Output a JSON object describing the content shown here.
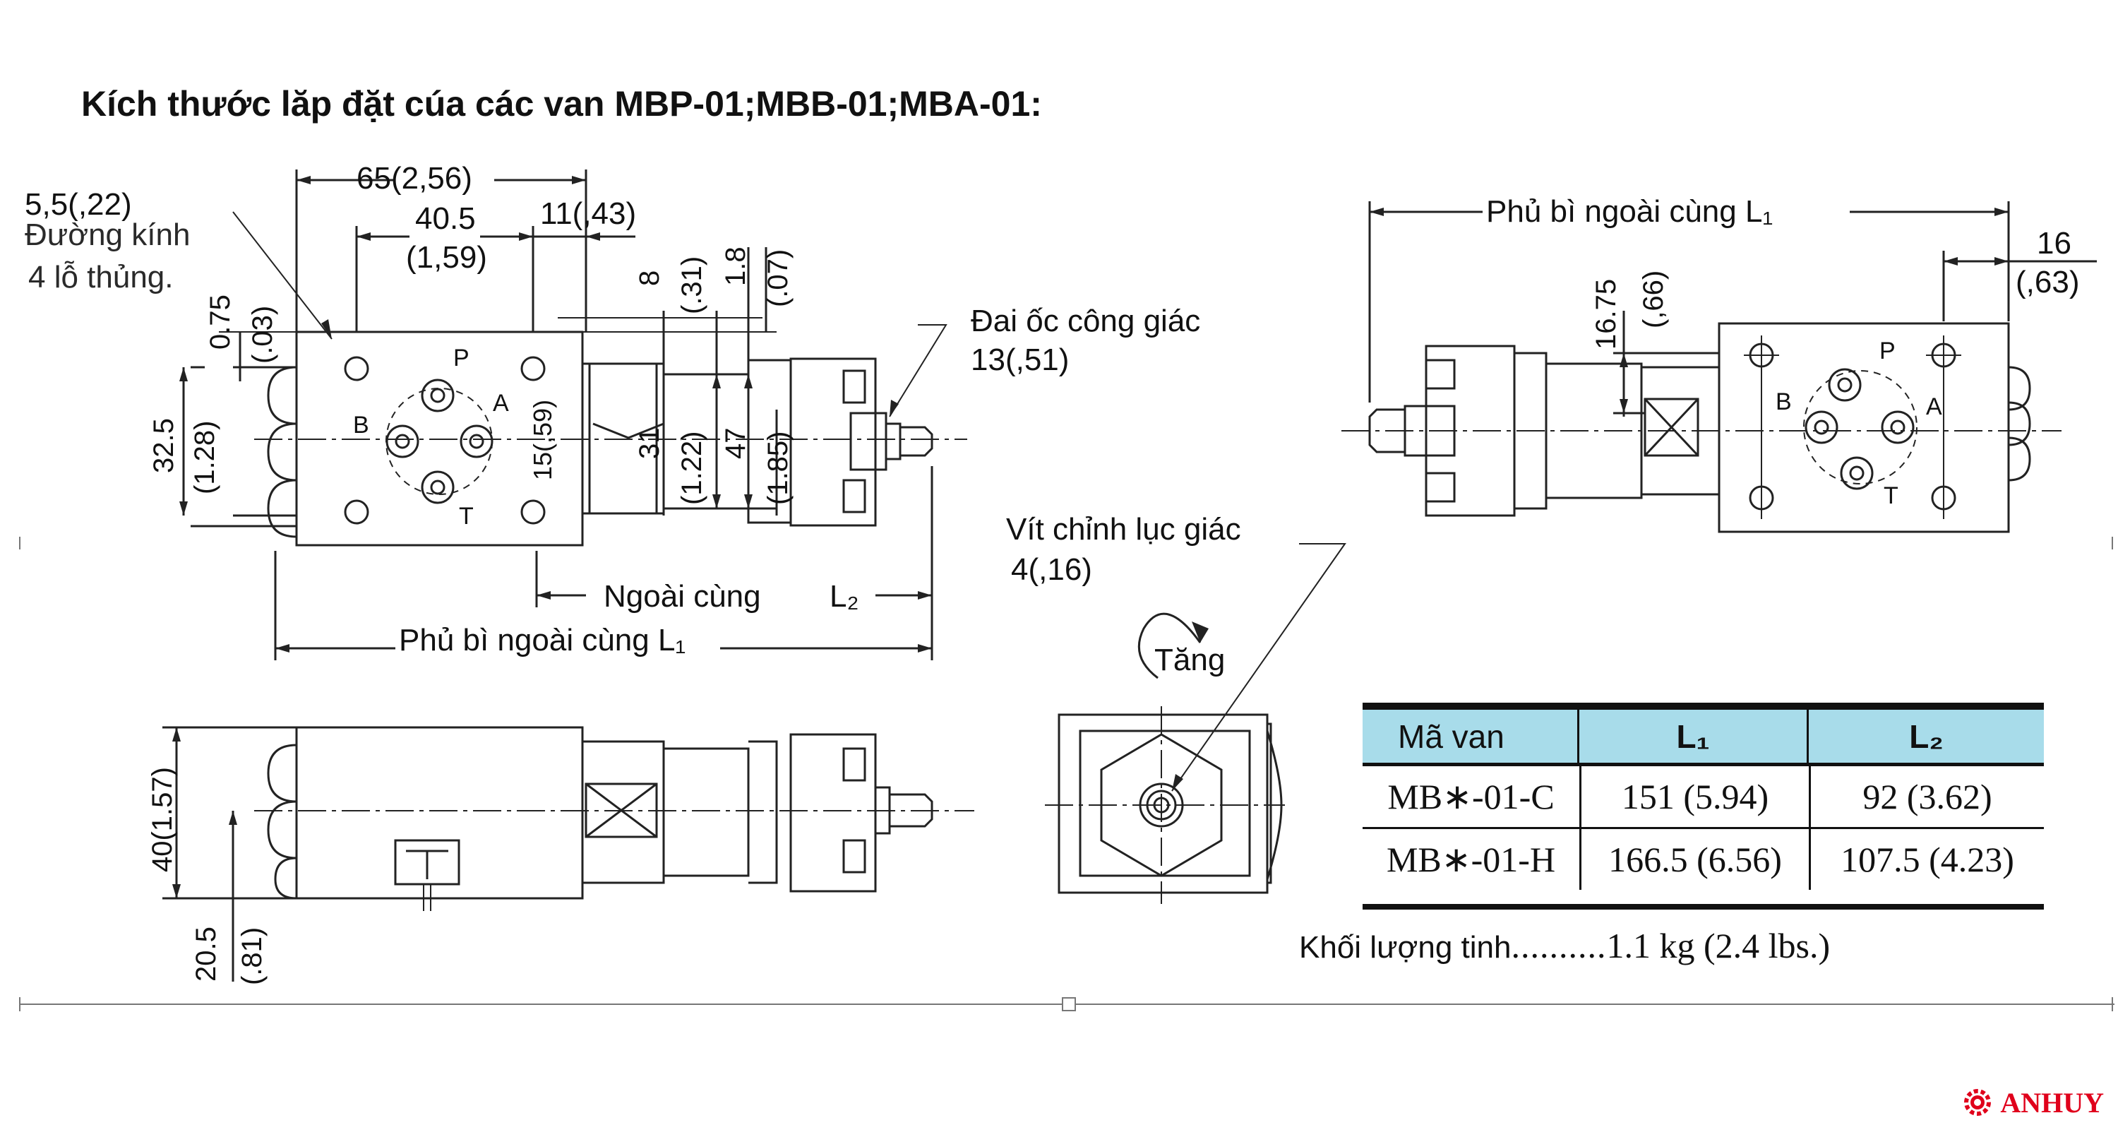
{
  "title": "Kích thước lăp đặt cúa các van MBP-01;MBB-01;MBA-01:",
  "dims": {
    "d65": "65(2,56)",
    "d405": "40.5",
    "d159": "(1,59)",
    "d11": "11(,43)",
    "d55": "5,5(,22)",
    "hole_text_1": "Đường kính",
    "hole_text_2": "4 lỗ thủng.",
    "d075": "0.75",
    "d03": "(.03)",
    "d8": "8",
    "d31in": "(.31)",
    "d18": "1.8",
    "d07": "(.07)",
    "d325": "32.5",
    "d128": "(1.28)",
    "d15": "15(,59)",
    "d31": "31",
    "d122": "(1.22)",
    "d47": "47",
    "d185": "(1.85)",
    "nut_1": "Đai ốc công giác",
    "nut_2": "13(,51)",
    "outer": "Ngoài cùng",
    "l2": "L₂",
    "outer_l1": "Phủ bì ngoài cùng L₁",
    "screw_1": "Vít chỉnh lục giác",
    "screw_2": "4(,16)",
    "increase": "Tăng",
    "d40": "40(1.57)",
    "d205": "20.5",
    "d81": "(.81)",
    "right_l1": "Phủ bì ngoài cùng L₁",
    "d16": "16",
    "d63": "(,63)",
    "d1675": "16.75",
    "d66": "(,66)",
    "port_p": "P",
    "port_a": "A",
    "port_b": "B",
    "port_t": "T"
  },
  "table": {
    "headers": [
      "Mã van",
      "L₁",
      "L₂"
    ],
    "rows": [
      [
        "MB∗-01-C",
        "151 (5.94)",
        "92 (3.62)"
      ],
      [
        "MB∗-01-H",
        "166.5 (6.56)",
        "107.5 (4.23)"
      ]
    ],
    "header_color": "#a8dcea"
  },
  "weight": {
    "label": "Khối lượng tinh",
    "value": "1.1 kg (2.4 lbs.)"
  },
  "logo": {
    "text": "ANHUY",
    "color": "#e0001b"
  }
}
